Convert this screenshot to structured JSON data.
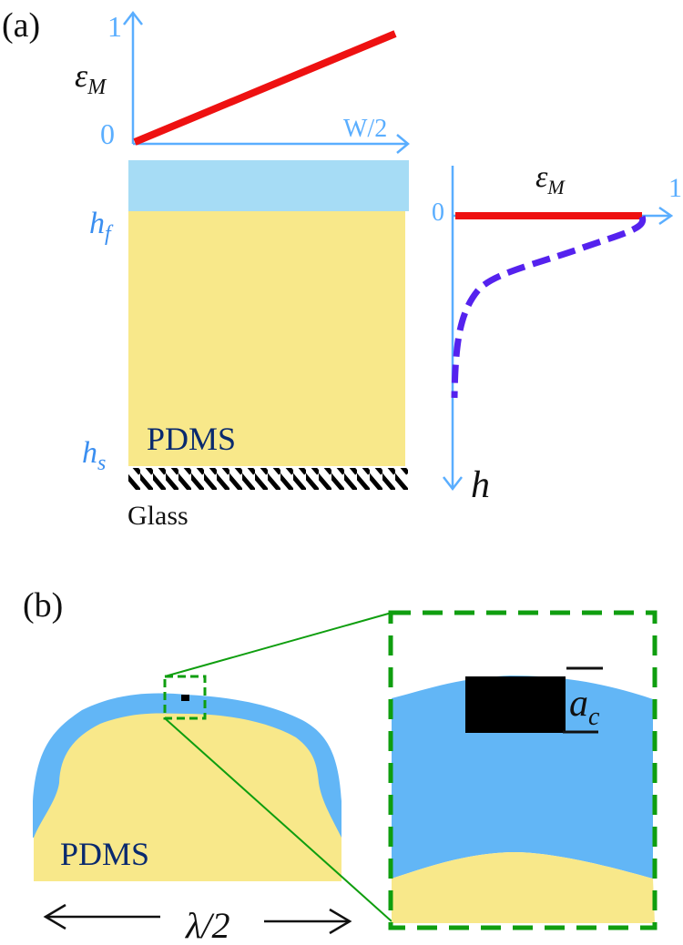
{
  "colors": {
    "axis": "#5aaeff",
    "axis_label": "#3a8ef0",
    "red_line": "#ee1111",
    "dashed_curve": "#5522ee",
    "film": "#a6dcf5",
    "film_b": "#62b6f6",
    "pdms": "#f8e88a",
    "pdms_text": "#0a2a6e",
    "green": "#0f9e0f",
    "black": "#000000"
  },
  "panel_a": {
    "label": "(a)",
    "top_plot": {
      "y_label": "ε",
      "y_label_sub": "M",
      "y_tick_top": "1",
      "y_tick_origin": "0",
      "x_label": "W/2",
      "line": {
        "from": [
          0,
          0
        ],
        "to": [
          1,
          1
        ]
      }
    },
    "layers": {
      "film_top_label": "h",
      "film_top_label_sub": "f",
      "substrate_label": "h",
      "substrate_label_sub": "s",
      "material_label": "PDMS",
      "base_label": "Glass"
    },
    "side_plot": {
      "x_label": "ε",
      "x_label_sub": "M",
      "x_tick_origin": "0",
      "x_tick_end": "1",
      "y_label": "h"
    }
  },
  "panel_b": {
    "label": "(b)",
    "material_label": "PDMS",
    "span_label": "λ/2",
    "crack_label": "a",
    "crack_label_sub": "c"
  }
}
